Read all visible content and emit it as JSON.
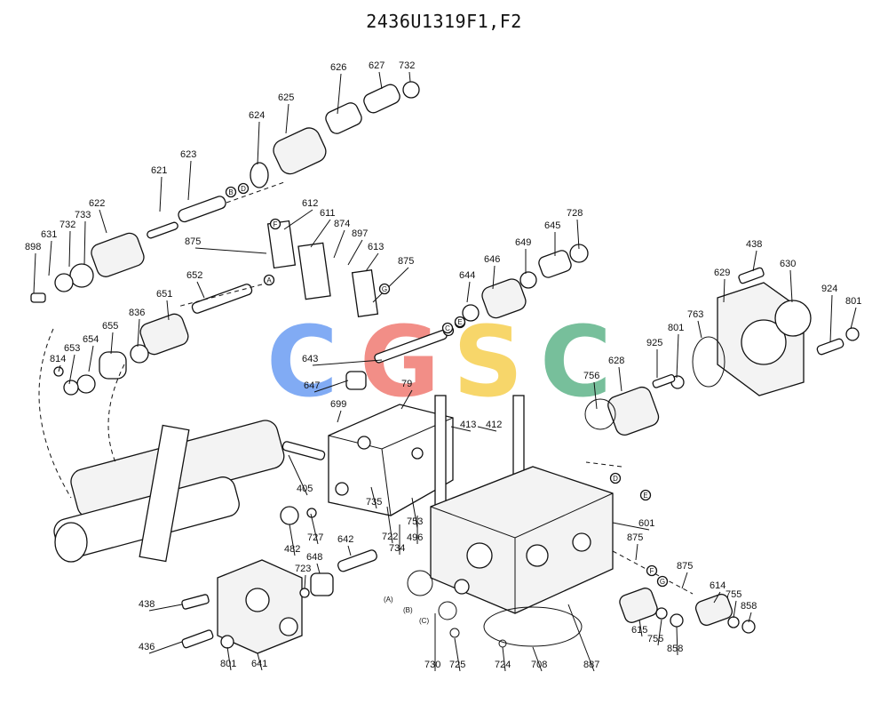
{
  "title": "2436U1319F1,F2",
  "watermark": {
    "letters": [
      {
        "char": "C",
        "color": "#6b9cf2"
      },
      {
        "char": "G",
        "color": "#f07a72"
      },
      {
        "char": "S",
        "color": "#f6cf50"
      },
      {
        "char": "C",
        "color": "#5fb489"
      }
    ]
  },
  "part_numbers": [
    "626",
    "627",
    "732",
    "624",
    "625",
    "621",
    "623",
    "622",
    "733",
    "732",
    "631",
    "898",
    "612",
    "611",
    "874",
    "875",
    "897",
    "613",
    "875",
    "728",
    "645",
    "649",
    "646",
    "644",
    "438",
    "630",
    "629",
    "924",
    "801",
    "652",
    "651",
    "836",
    "655",
    "654",
    "653",
    "814",
    "643",
    "647",
    "79",
    "763",
    "801",
    "925",
    "628",
    "756",
    "699",
    "413",
    "412",
    "405",
    "727",
    "482",
    "735",
    "753",
    "722",
    "496",
    "734",
    "642",
    "648",
    "723",
    "601",
    "875",
    "875",
    "614",
    "755",
    "858",
    "615",
    "755",
    "858",
    "438",
    "436",
    "801",
    "641",
    "730",
    "725",
    "724",
    "708",
    "887"
  ],
  "ref_letters": [
    "B",
    "D",
    "A",
    "E",
    "C",
    "F",
    "G",
    "F",
    "G",
    "D",
    "E",
    "C",
    "E"
  ],
  "sub_labels": [
    "(A)",
    "(B)",
    "(C)"
  ]
}
